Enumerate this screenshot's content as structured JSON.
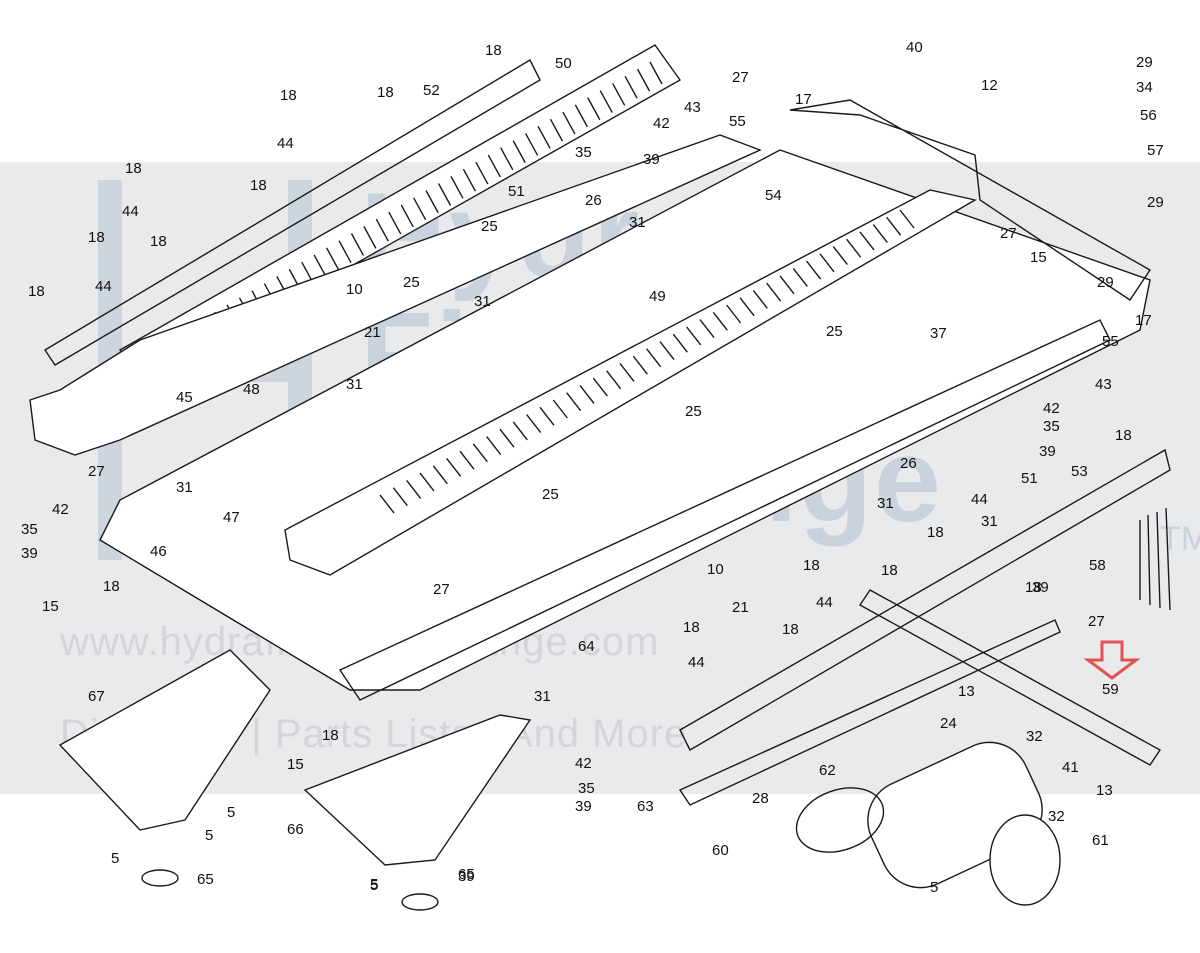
{
  "watermark": {
    "line1": "Hydra",
    "line2": "Fitness",
    "line3": "Exchange",
    "tm": "TM",
    "url": "www.hydrafitnessexchange.com",
    "tagline": "Diagrams | Parts Lists | And More"
  },
  "highlight_color": "#e05353",
  "band_color": "#e9eaec",
  "callouts": [
    "18",
    "50",
    "18",
    "18",
    "52",
    "44",
    "27",
    "40",
    "12",
    "29",
    "34",
    "56",
    "57",
    "18",
    "18",
    "44",
    "18",
    "18",
    "44",
    "18",
    "43",
    "55",
    "17",
    "42",
    "35",
    "39",
    "54",
    "51",
    "26",
    "31",
    "25",
    "25",
    "31",
    "10",
    "21",
    "27",
    "29",
    "29",
    "15",
    "17",
    "55",
    "37",
    "43",
    "49",
    "25",
    "25",
    "31",
    "42",
    "45",
    "48",
    "27",
    "31",
    "25",
    "31",
    "35",
    "39",
    "51",
    "18",
    "26",
    "44",
    "18",
    "31",
    "53",
    "18",
    "18",
    "47",
    "42",
    "35",
    "39",
    "46",
    "15",
    "18",
    "27",
    "10",
    "21",
    "18",
    "44",
    "39",
    "58",
    "18",
    "64",
    "27",
    "18",
    "44",
    "59",
    "31",
    "67",
    "18",
    "15",
    "13",
    "24",
    "32",
    "41",
    "62",
    "42",
    "35",
    "39",
    "5",
    "5",
    "5",
    "65",
    "66",
    "5",
    "39",
    "63",
    "28",
    "60",
    "32",
    "13",
    "61",
    "5",
    "5",
    "65"
  ]
}
